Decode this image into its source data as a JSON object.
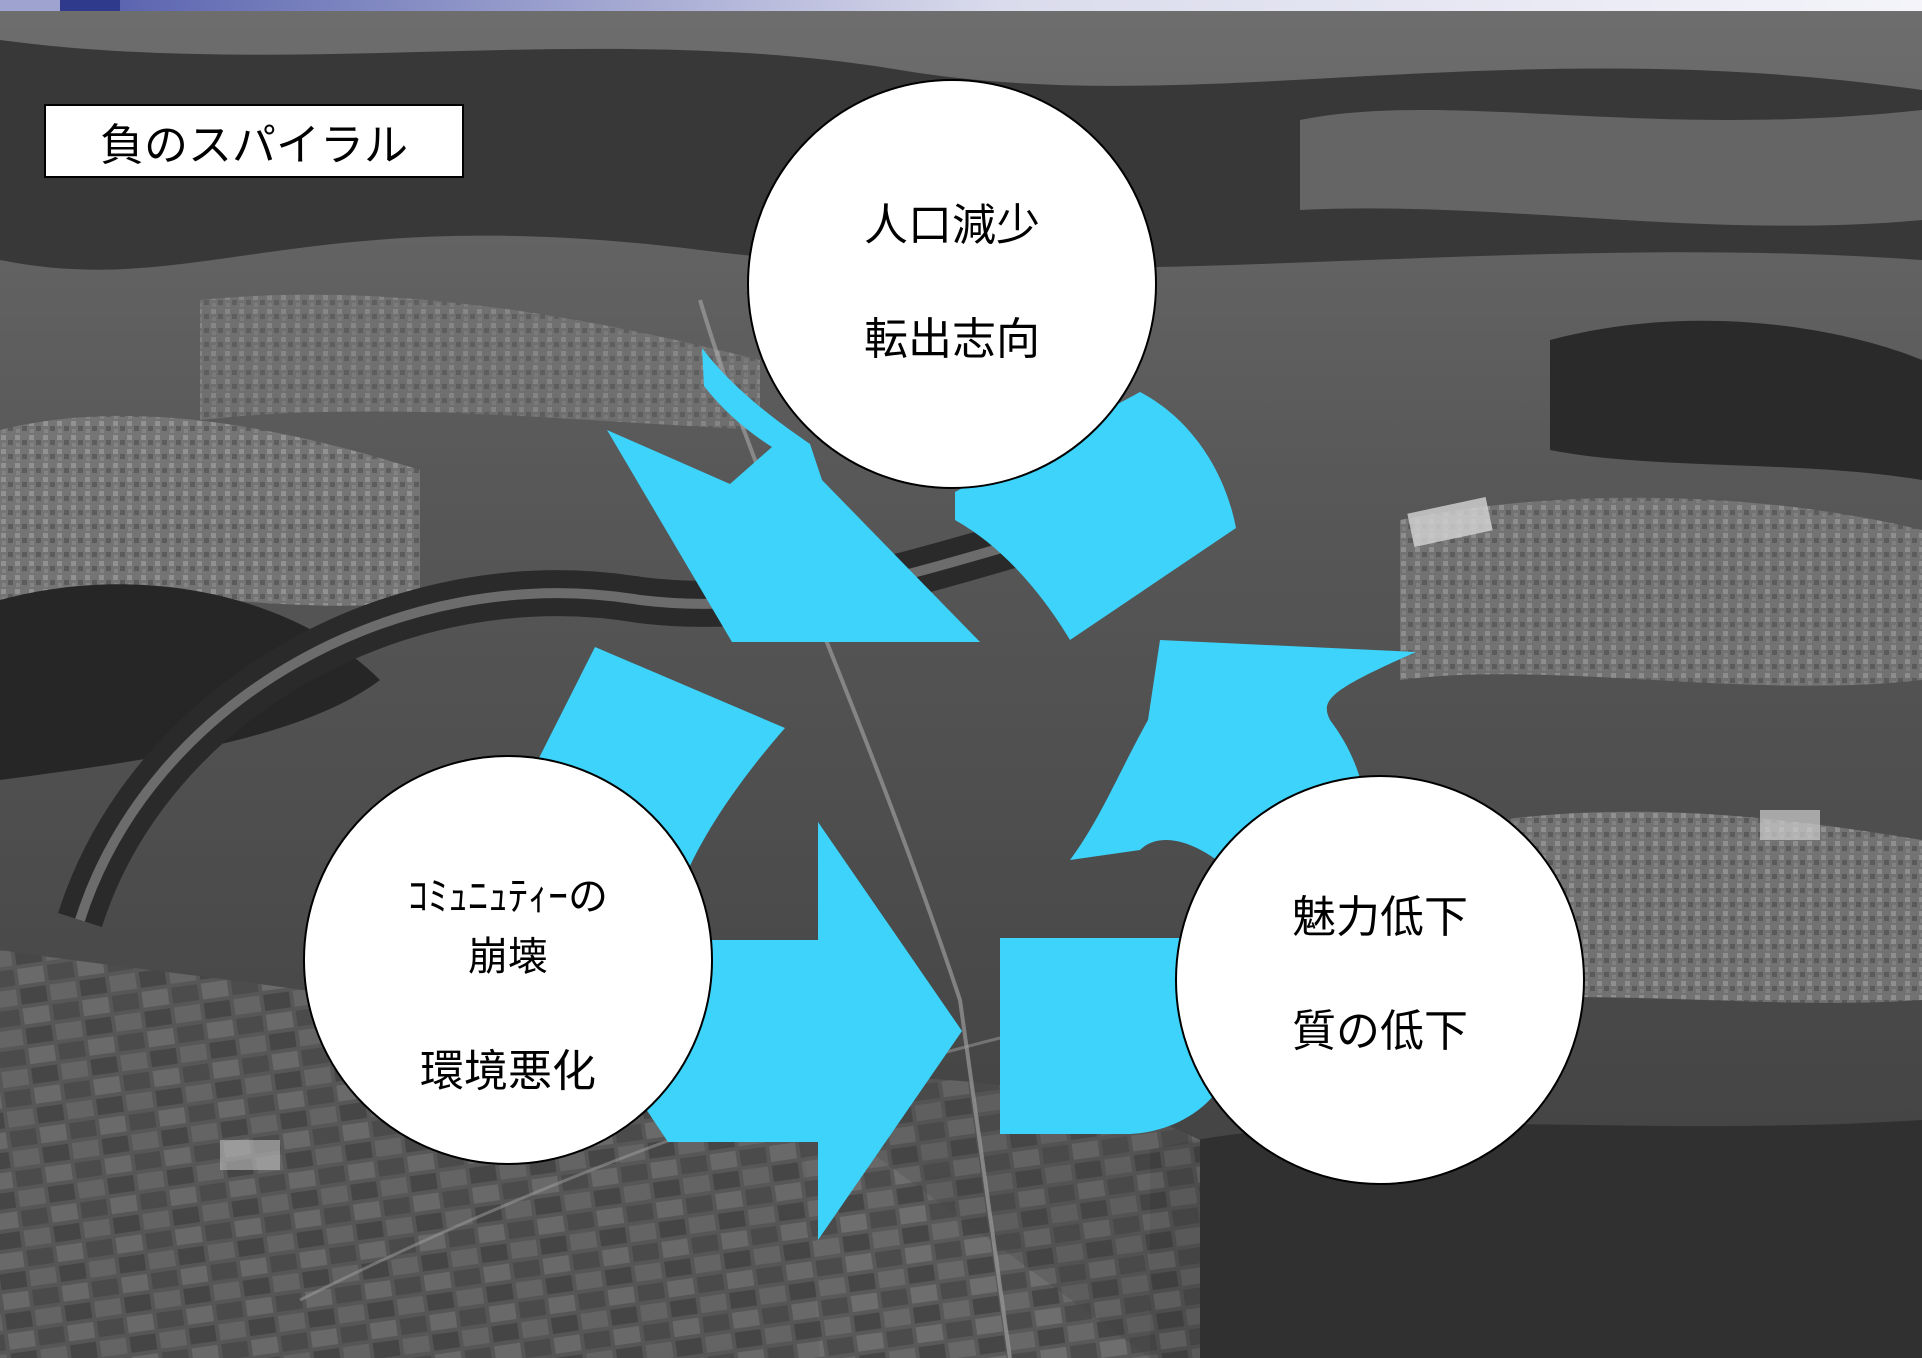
{
  "header_label": "負のスパイラル",
  "colors": {
    "arrow": "#3dd3fb",
    "node_fill": "#ffffff",
    "node_stroke": "#000000"
  },
  "nodes": {
    "top": {
      "line1": "人口減少",
      "line2": "転出志向"
    },
    "right": {
      "line1": "魅力低下",
      "line2": "質の低下"
    },
    "left": {
      "line1": "ｺﾐｭﾆｭﾃｨｰの",
      "line2": "崩壊",
      "line3": "環境悪化"
    }
  }
}
